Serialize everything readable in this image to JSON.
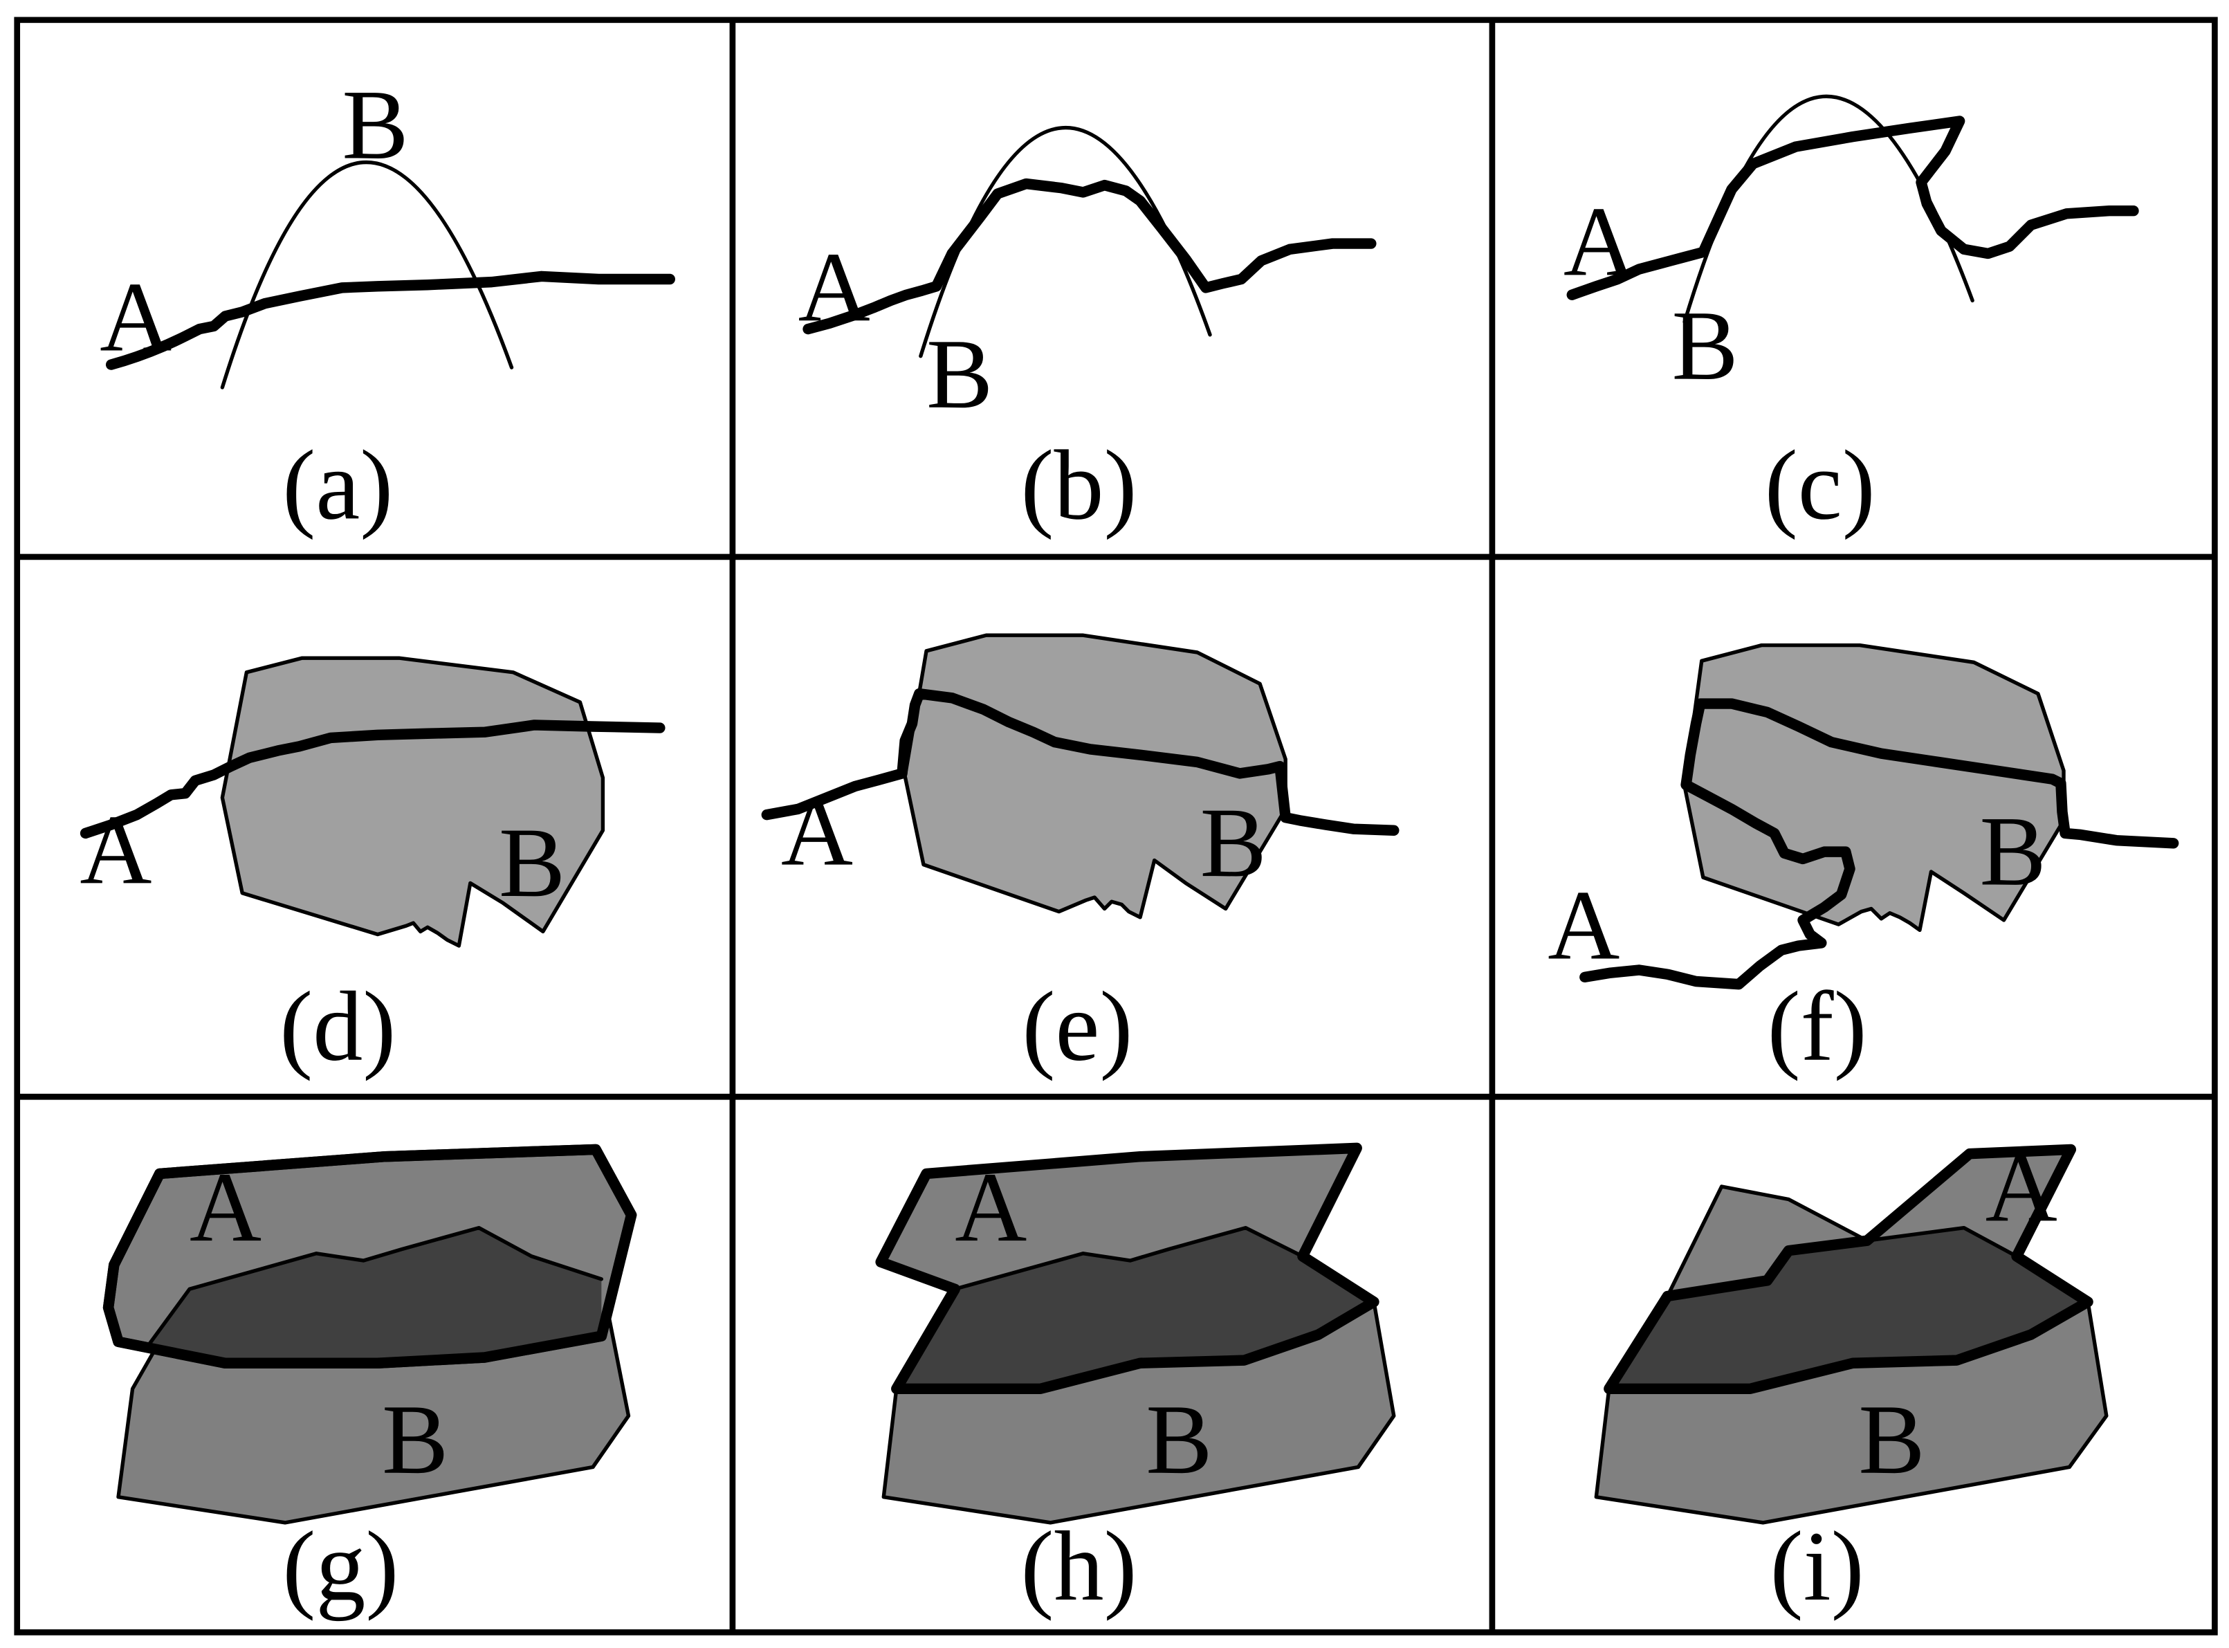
{
  "colors": {
    "background": "#ffffff",
    "stroke": "#000000",
    "region_light": "#a0a0a0",
    "region_mid": "#808080",
    "region_dark": "#404040"
  },
  "panels": [
    {
      "caption": "(a)",
      "label_a": "A",
      "label_b": "B"
    },
    {
      "caption": "(b)",
      "label_a": "A",
      "label_b": "B"
    },
    {
      "caption": "(c)",
      "label_a": "A",
      "label_b": "B"
    },
    {
      "caption": "(d)",
      "label_a": "A",
      "label_b": "B"
    },
    {
      "caption": "(e)",
      "label_a": "A",
      "label_b": "B"
    },
    {
      "caption": "(f)",
      "label_a": "A",
      "label_b": "B"
    },
    {
      "caption": "(g)",
      "label_a": "A",
      "label_b": "B"
    },
    {
      "caption": "(h)",
      "label_a": "A",
      "label_b": "B"
    },
    {
      "caption": "(i)",
      "label_a": "A",
      "label_b": "B"
    }
  ]
}
